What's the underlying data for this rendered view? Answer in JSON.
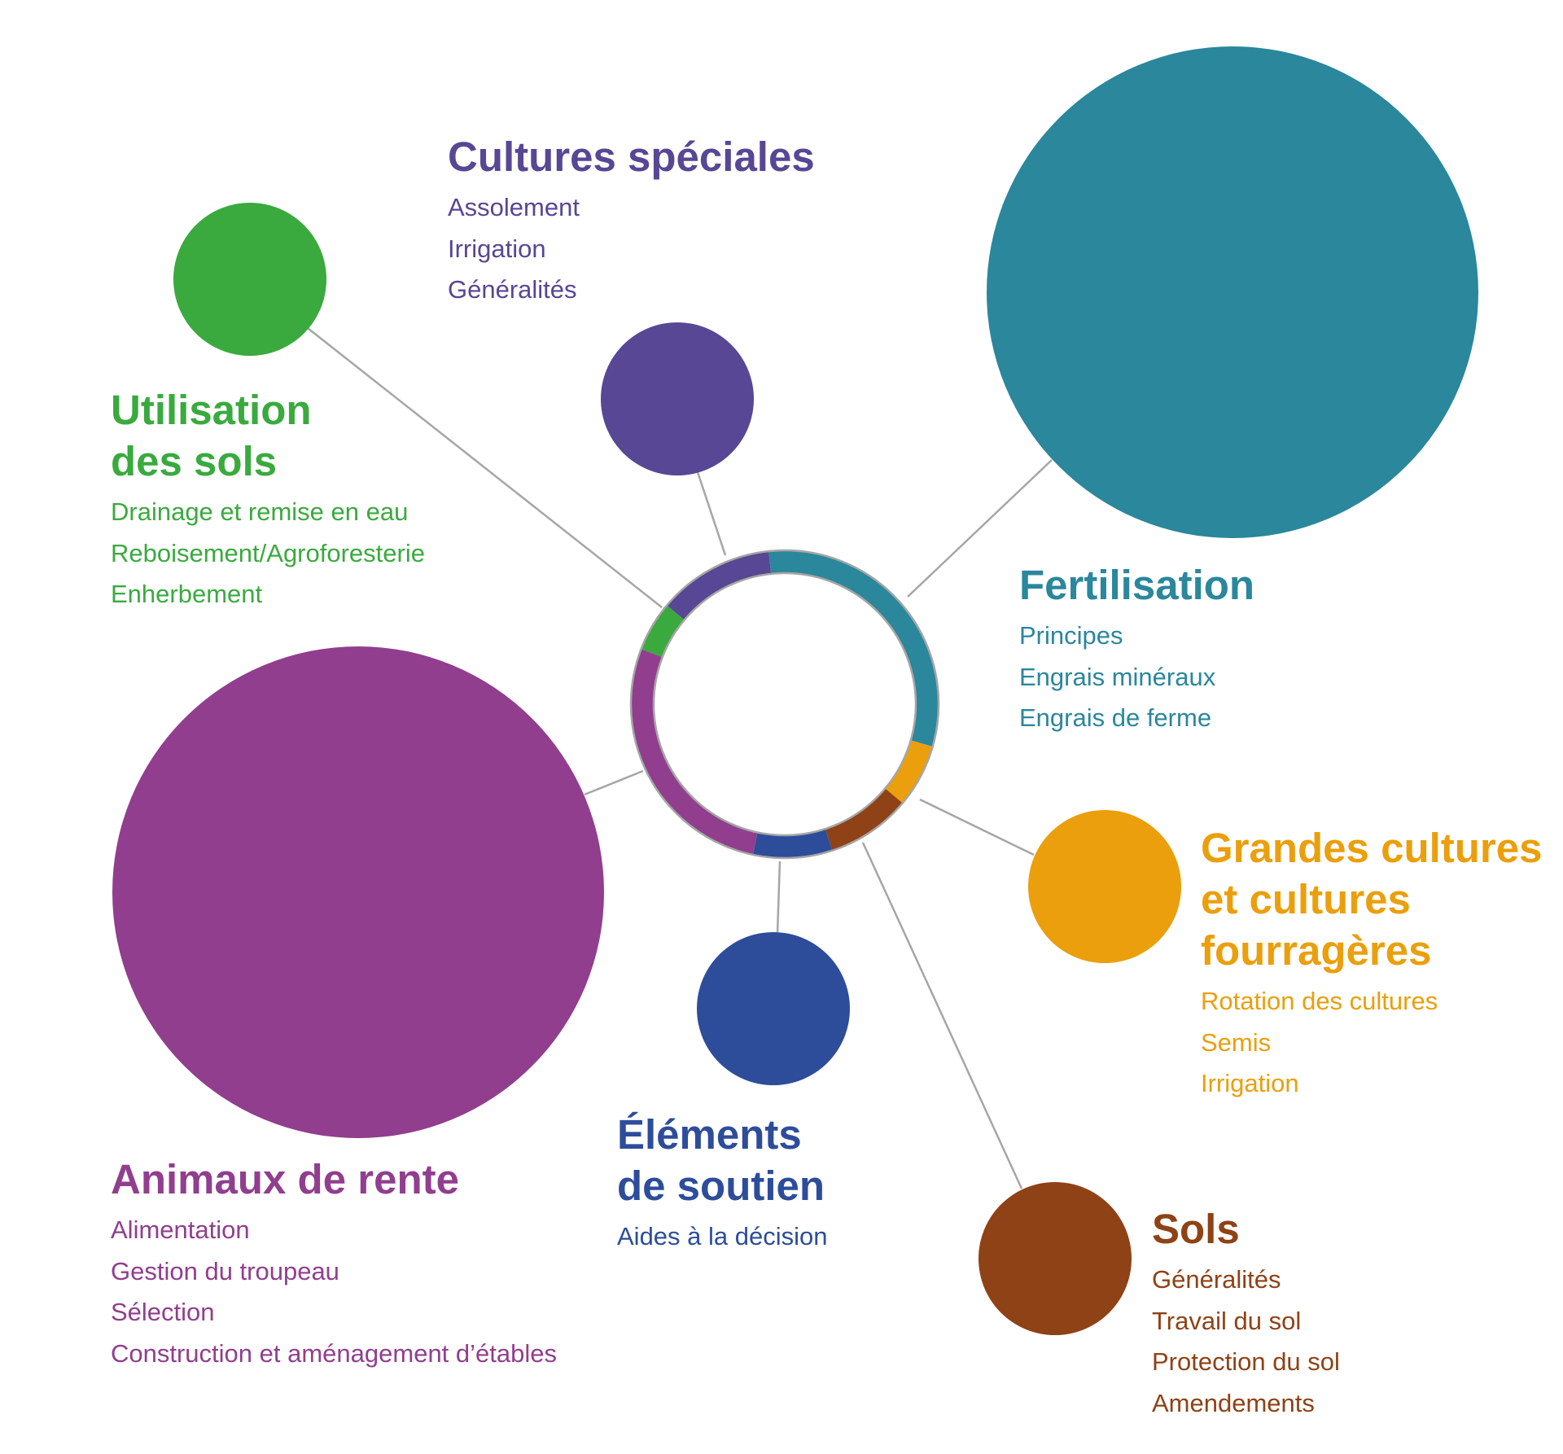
{
  "categories": [
    {
      "id": "utilisation",
      "title_lines": [
        "Utilisation",
        "des sols"
      ],
      "color": "#3aaa3f",
      "items": [
        "Drainage et remise en eau",
        "Reboisement/Agroforesterie",
        "Enherbement"
      ]
    },
    {
      "id": "speciales",
      "title_lines": [
        "Cultures spéciales"
      ],
      "color": "#574794",
      "items": [
        "Assolement",
        "Irrigation",
        "Généralités"
      ]
    },
    {
      "id": "fertilisation",
      "title_lines": [
        "Fertilisation"
      ],
      "color": "#2a879c",
      "items": [
        "Principes",
        "Engrais minéraux",
        "Engrais de ferme"
      ]
    },
    {
      "id": "grandes",
      "title_lines": [
        "Grandes cultures",
        "et cultures",
        "fourragères"
      ],
      "color": "#eb9f0c",
      "items": [
        "Rotation des cultures",
        "Semis",
        "Irrigation"
      ]
    },
    {
      "id": "sols",
      "title_lines": [
        "Sols"
      ],
      "color": "#8f4216",
      "items": [
        "Généralités",
        "Travail du sol",
        "Protection du sol",
        "Amendements"
      ]
    },
    {
      "id": "soutien",
      "title_lines": [
        "Éléments",
        "de soutien"
      ],
      "color": "#2d4d9b",
      "items": [
        "Aides à la décision"
      ]
    },
    {
      "id": "animaux",
      "title_lines": [
        "Animaux de rente"
      ],
      "color": "#913e8e",
      "items": [
        "Alimentation",
        "Gestion du troupeau",
        "Sélection",
        "Construction et aménagement d’étables"
      ]
    }
  ],
  "line_color": "#a6a6a6"
}
